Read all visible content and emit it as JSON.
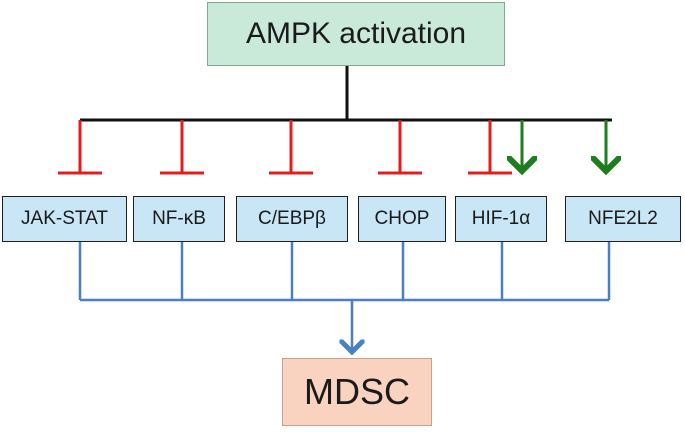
{
  "diagram": {
    "top_node": "AMPK activation",
    "bottom_node": "MDSC",
    "factors": [
      {
        "label": "JAK-STAT",
        "relation": "inhibit"
      },
      {
        "label": "NF-κB",
        "relation": "inhibit"
      },
      {
        "label": "C/EBPβ",
        "relation": "inhibit"
      },
      {
        "label": "CHOP",
        "relation": "inhibit"
      },
      {
        "label": "HIF-1α",
        "relation": "inhibit-and-activate"
      },
      {
        "label": "NFE2L2",
        "relation": "activate"
      }
    ],
    "colors": {
      "top_fill": "#c9ead9",
      "bottom_fill": "#f9d2c0",
      "factor_fill": "#c8e6f6",
      "inhibit": "#e31c1c",
      "activate": "#1e7d1e",
      "connector": "#4a7fc1",
      "trunk": "#111111"
    }
  }
}
